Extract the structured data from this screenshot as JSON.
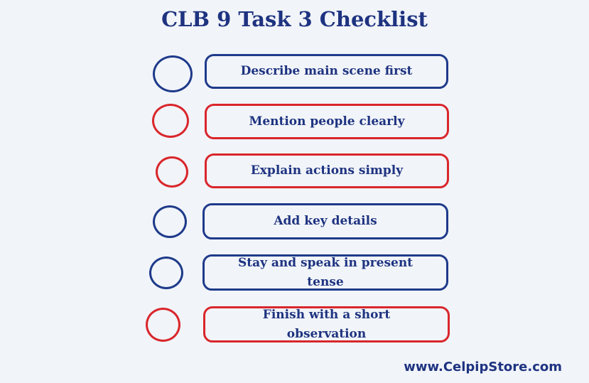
{
  "title": "CLB 9 Task 3 Checklist",
  "colors": {
    "blue": "#1e3a8a",
    "red": "#d9262b",
    "text": "#1e3380",
    "background": "#f1f4f9"
  },
  "items": [
    {
      "label": "Describe main scene first",
      "color": "blue"
    },
    {
      "label": "Mention people clearly",
      "color": "red"
    },
    {
      "label": "Explain actions simply",
      "color": "red"
    },
    {
      "label": "Add key details",
      "color": "blue"
    },
    {
      "label": "Stay and speak in present tense",
      "color": "blue"
    },
    {
      "label": "Finish with a short observation",
      "color": "red"
    }
  ],
  "footer": {
    "url": "www.CelpipStore.com"
  }
}
